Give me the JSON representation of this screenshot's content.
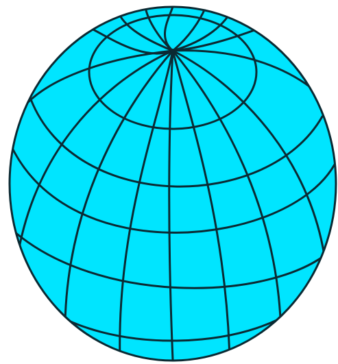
{
  "figure": {
    "subject": "globe-wireframe",
    "colors": {
      "fill": "#00E5FF",
      "stroke": "#0B2A33"
    },
    "grid": {
      "latitude_bands": 5,
      "meridians": 16
    }
  }
}
